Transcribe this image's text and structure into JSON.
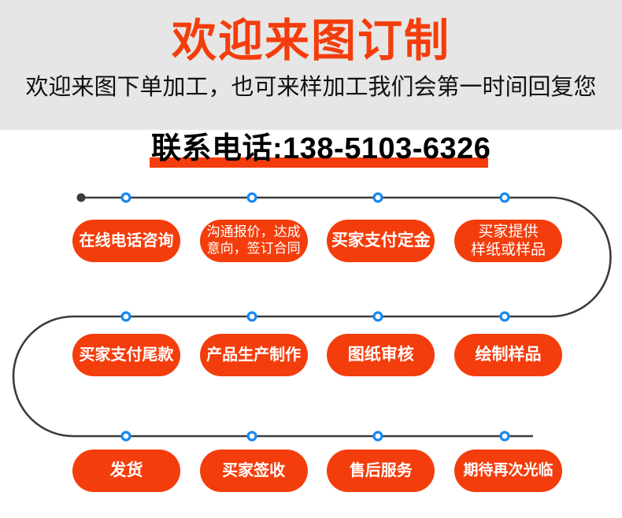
{
  "header": {
    "title": "欢迎来图订制",
    "subtitle": "欢迎来图下单加工，也可来样加工我们会第一时间回复您"
  },
  "contact": {
    "phone_line": "联系电话:138-5103-6326"
  },
  "flow": {
    "steps": [
      {
        "label": "在线电话咨询"
      },
      {
        "label": "沟通报价，达成\n意向，签订合同"
      },
      {
        "label": "买家支付定金"
      },
      {
        "label": "买家提供\n样纸或样品"
      },
      {
        "label": "买家支付尾款"
      },
      {
        "label": "产品生产制作"
      },
      {
        "label": "图纸审核"
      },
      {
        "label": "绘制样品"
      },
      {
        "label": "发货"
      },
      {
        "label": "买家签收"
      },
      {
        "label": "售后服务"
      },
      {
        "label": "期待再次光临"
      }
    ]
  },
  "colors": {
    "accent": "#f43d0c",
    "bg_gray": "#e6e6e6",
    "line_gray": "#3b3b3b",
    "node_blue": "#1789f0"
  }
}
